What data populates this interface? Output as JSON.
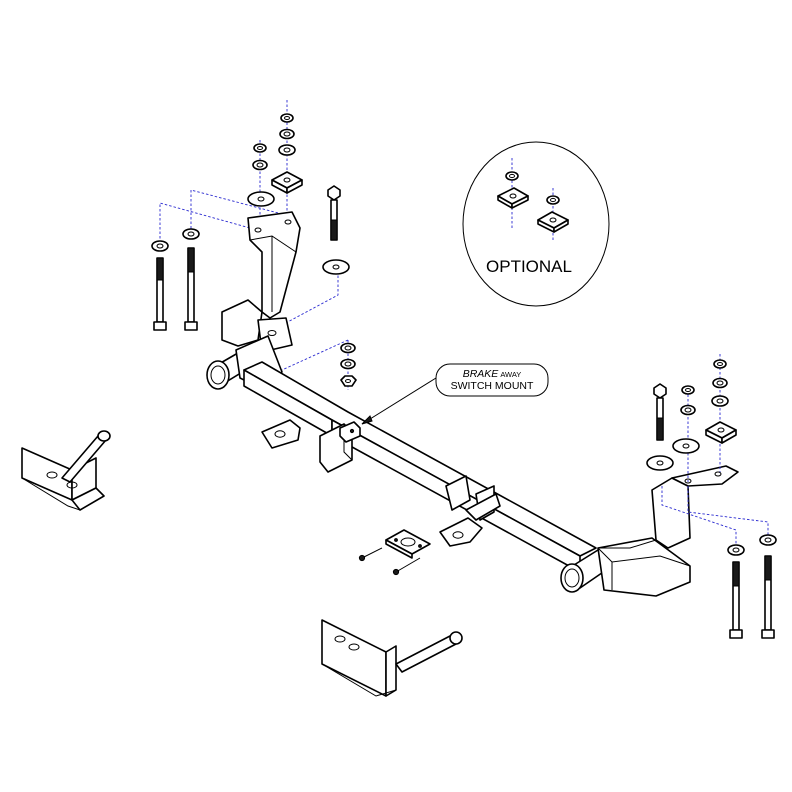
{
  "labels": {
    "optional": "OPTIONAL",
    "brake_word": "BRAKE",
    "brake_suffix": "AWAY",
    "switch_mount": "SWITCH MOUNT"
  }
}
